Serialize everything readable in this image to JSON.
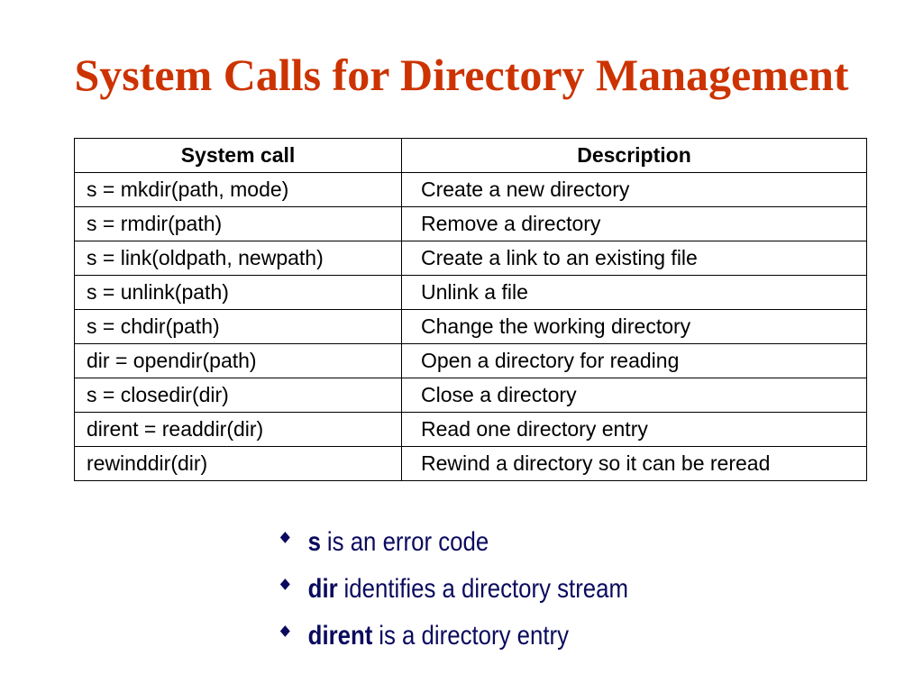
{
  "slide": {
    "title": "System Calls for Directory Management"
  },
  "table": {
    "headers": {
      "call": "System call",
      "description": "Description"
    },
    "rows": [
      {
        "call": "s = mkdir(path, mode)",
        "description": "Create a new directory"
      },
      {
        "call": "s = rmdir(path)",
        "description": "Remove a directory"
      },
      {
        "call": "s = link(oldpath, newpath)",
        "description": "Create a link to an existing file"
      },
      {
        "call": "s = unlink(path)",
        "description": "Unlink a file"
      },
      {
        "call": "s = chdir(path)",
        "description": "Change the working directory"
      },
      {
        "call": "dir = opendir(path)",
        "description": "Open a directory for reading"
      },
      {
        "call": "s = closedir(dir)",
        "description": "Close a directory"
      },
      {
        "call": "dirent = readdir(dir)",
        "description": "Read one directory entry"
      },
      {
        "call": "rewinddir(dir)",
        "description": "Rewind a directory so it can be reread"
      }
    ]
  },
  "notes": [
    {
      "term": "s",
      "text": "is an error code",
      "icon": "diamond-bullet-icon"
    },
    {
      "term": "dir",
      "text": "identifies a directory stream",
      "icon": "diamond-bullet-icon"
    },
    {
      "term": "dirent",
      "text": "is a directory entry",
      "icon": "diamond-bullet-icon"
    }
  ],
  "colors": {
    "title": "#cc3300",
    "notes": "#0a0a5e",
    "table_border": "#000000"
  }
}
